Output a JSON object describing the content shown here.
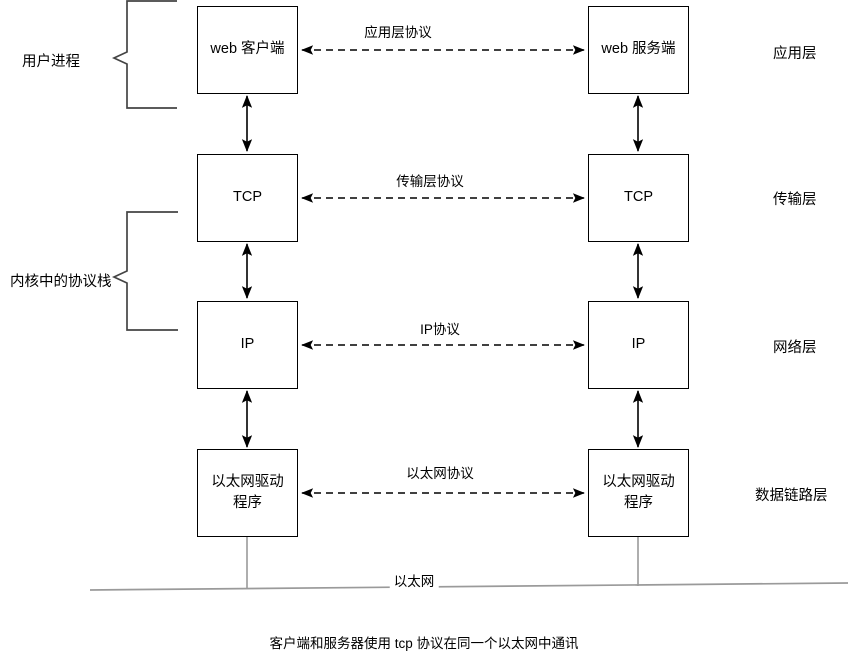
{
  "diagram": {
    "title_caption": "客户端和服务器使用 tcp 协议在同一个以太网中通讯",
    "bus_label": "以太网",
    "group_labels": [
      {
        "id": "user-process",
        "text": "用户进程"
      },
      {
        "id": "kernel-stack",
        "text": "内核中的协议栈"
      }
    ],
    "layer_labels": [
      {
        "id": "application",
        "text": "应用层"
      },
      {
        "id": "transport",
        "text": "传输层"
      },
      {
        "id": "network",
        "text": "网络层"
      },
      {
        "id": "datalink",
        "text": "数据链路层"
      }
    ],
    "client_nodes": [
      {
        "id": "client-web",
        "text": "web 客户端"
      },
      {
        "id": "client-tcp",
        "text": "TCP"
      },
      {
        "id": "client-ip",
        "text": "IP"
      },
      {
        "id": "client-eth",
        "text": "以太网驱动\n程序"
      }
    ],
    "server_nodes": [
      {
        "id": "server-web",
        "text": "web 服务端"
      },
      {
        "id": "server-tcp",
        "text": "TCP"
      },
      {
        "id": "server-ip",
        "text": "IP"
      },
      {
        "id": "server-eth",
        "text": "以太网驱动\n程序"
      }
    ],
    "protocol_links": [
      {
        "id": "application-protocol",
        "text": "应用层协议"
      },
      {
        "id": "transport-protocol",
        "text": "传输层协议"
      },
      {
        "id": "network-protocol",
        "text": "IP协议"
      },
      {
        "id": "datalink-protocol",
        "text": "以太网协议"
      }
    ],
    "colors": {
      "stroke": "#000000",
      "bus_stroke": "#9a9a9a",
      "background": "#ffffff"
    }
  }
}
